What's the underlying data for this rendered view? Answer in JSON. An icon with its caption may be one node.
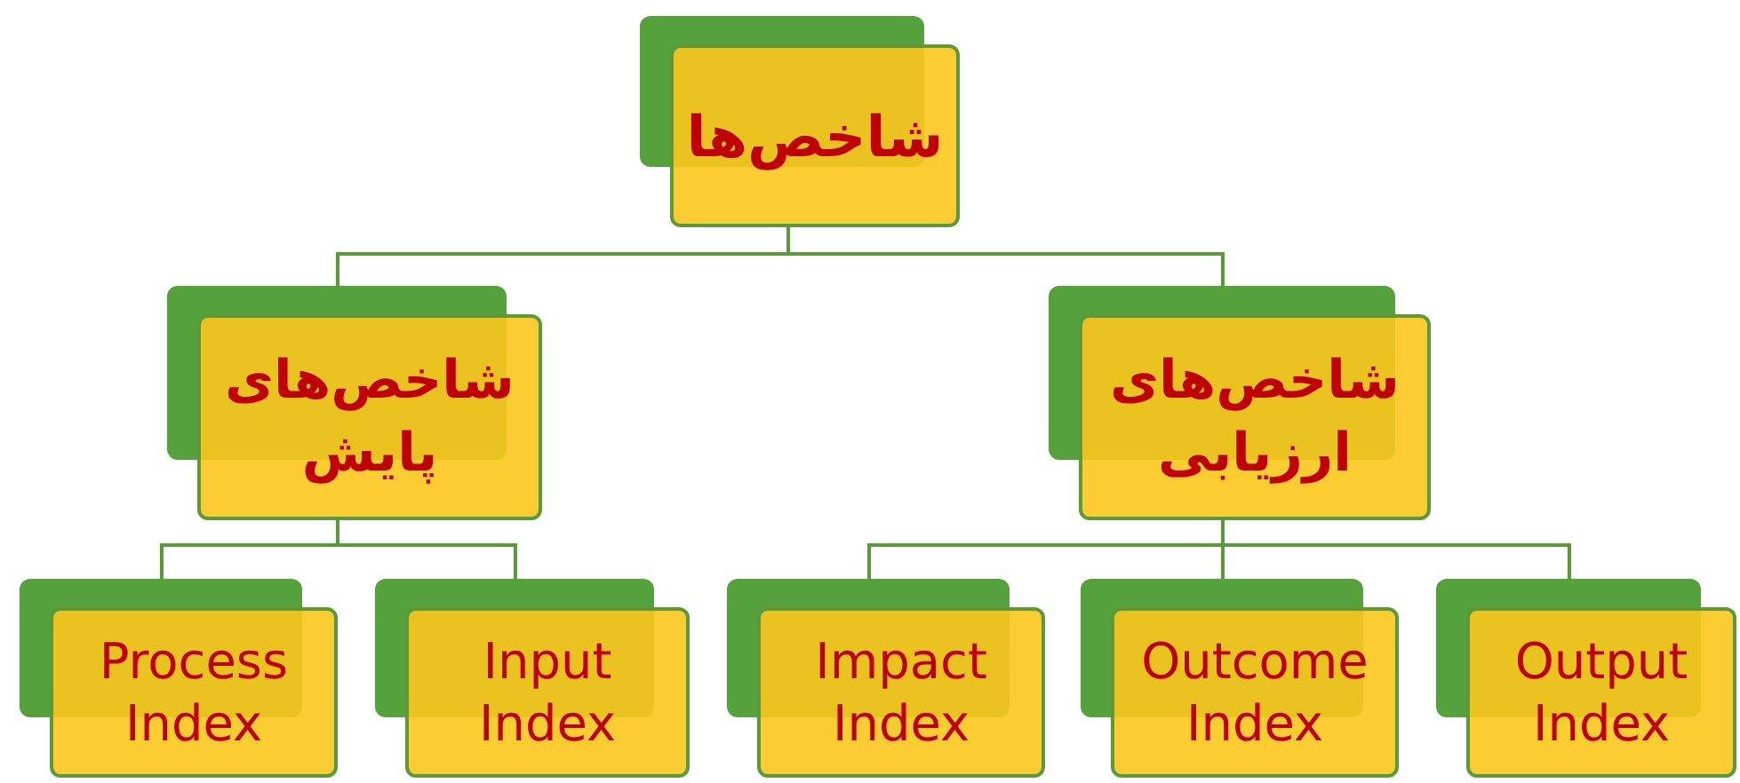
{
  "diagram": {
    "nodes": [
      {
        "text": [
          "شاخص‌ها"
        ]
      },
      {
        "text": [
          "شاخص‌های پایش"
        ]
      },
      {
        "text": [
          "شاخص‌های ارزیابی"
        ]
      },
      {
        "text": [
          "Process Index"
        ]
      },
      {
        "text": [
          "Input Index"
        ]
      },
      {
        "text": [
          "Impact Index"
        ]
      },
      {
        "text": [
          "Outcome Index"
        ]
      },
      {
        "text": [
          "Output Index"
        ]
      }
    ],
    "edges": [
      {
        "from": 0,
        "to": 1,
        "arrow": "none"
      },
      {
        "from": 0,
        "to": 2,
        "arrow": "none"
      },
      {
        "from": 1,
        "to": 3,
        "arrow": "none"
      },
      {
        "from": 1,
        "to": 4,
        "arrow": "none"
      },
      {
        "from": 2,
        "to": 5,
        "arrow": "none"
      },
      {
        "from": 2,
        "to": 6,
        "arrow": "none"
      },
      {
        "from": 2,
        "to": 7,
        "arrow": "none"
      }
    ]
  }
}
